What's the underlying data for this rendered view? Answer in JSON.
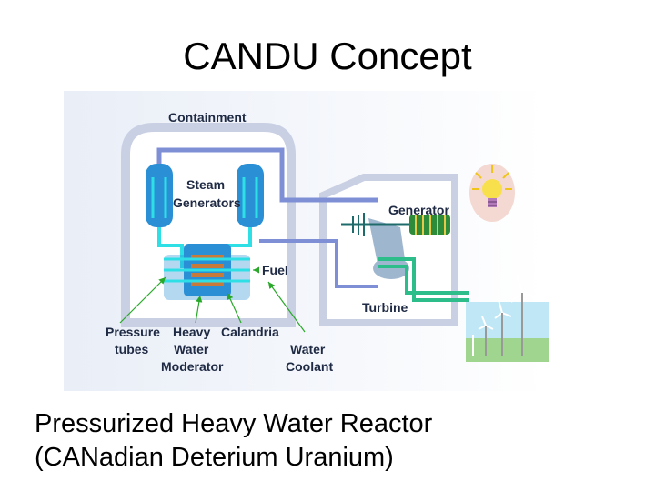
{
  "title": "CANDU Concept",
  "diagram": {
    "labels": {
      "containment": "Containment",
      "steam_generators_line1": "Steam",
      "steam_generators_line2": "Generators",
      "generator": "Generator",
      "fuel": "Fuel",
      "turbine": "Turbine",
      "pressure_tubes_line1": "Pressure",
      "pressure_tubes_line2": "tubes",
      "heavy_water_line1": "Heavy",
      "heavy_water_line2": "Water",
      "heavy_water_line3": "Moderator",
      "calandria": "Calandria",
      "water_coolant_line1": "Water",
      "water_coolant_line2": "Coolant"
    },
    "colors": {
      "containment": "#d4daea",
      "building_outline": "#9aa4bf",
      "steam_pipe": "#7f8fd6",
      "steam_generator": "#2b8fd6",
      "coolant": "#2ee0e6",
      "fuel": "#c87a3a",
      "turbine": "#9fb6cf",
      "cooling_loop": "#2dbd8a",
      "generator": "#2e8b3a",
      "arrow": "#2aa82a"
    },
    "clipart": [
      "lightbulb-icon",
      "wind-turbines-icon"
    ]
  },
  "caption": {
    "line1": "Pressurized Heavy Water Reactor",
    "line2": "(CANadian Deterium Uranium)"
  }
}
